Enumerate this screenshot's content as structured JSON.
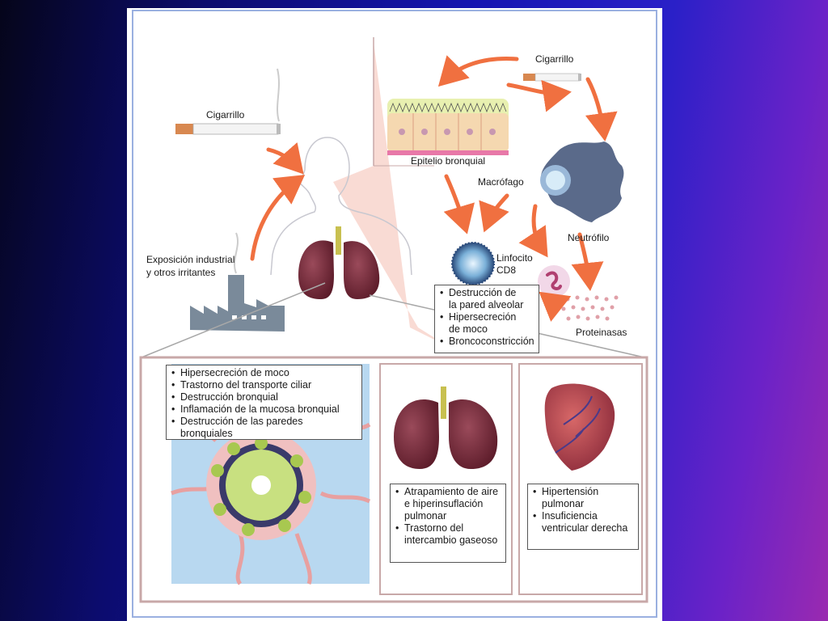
{
  "labels": {
    "cigarette_left": "Cigarrillo",
    "cigarette_right": "Cigarrillo",
    "industrial_line1": "Exposición industrial",
    "industrial_line2": "y otros irritantes",
    "bronchial_epithelium": "Epitelio bronquial",
    "macrophage": "Macrófago",
    "neutrophil": "Neutrófilo",
    "lymphocyte_line1": "Linfocito",
    "lymphocyte_line2": "CD8",
    "proteinases": "Proteinasas"
  },
  "effects_box": [
    "Destrucción de\nla pared alveolar",
    "Hipersecreción\nde moco",
    "Broncoconstricción"
  ],
  "bronchial_box": [
    "Hipersecreción de moco",
    "Trastorno del transporte ciliar",
    "Destrucción bronquial",
    "Inflamación de la mucosa bronquial",
    "Destrucción de las paredes bronquiales"
  ],
  "lung_box": [
    "Atrapamiento de aire\ne hiperinsuflación\npulmonar",
    "Trastorno del\nintercambio gaseoso"
  ],
  "heart_box": [
    "Hipertensión\npulmonar",
    "Insuficiencia\nventricular derecha"
  ],
  "colors": {
    "arrow": "#f07040",
    "frame": "#9ab0e0",
    "lung": "#7a2a3a",
    "macrophage": "#5a6a8a",
    "airway_bg": "#b8d8f0"
  }
}
